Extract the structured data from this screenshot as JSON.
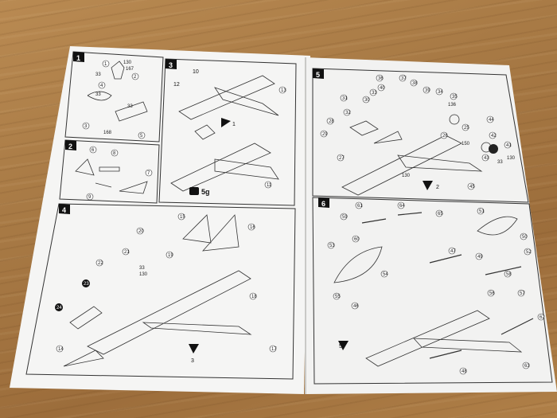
{
  "steps": [
    {
      "id": "1",
      "parts": [
        "1",
        "2",
        "3",
        "4",
        "5",
        "130",
        "167",
        "33",
        "33",
        "33",
        "168"
      ]
    },
    {
      "id": "2",
      "parts": [
        "6",
        "7",
        "8",
        "9"
      ]
    },
    {
      "id": "3",
      "parts": [
        "10",
        "11",
        "12",
        "13",
        "1"
      ],
      "weight": "5g"
    },
    {
      "id": "4",
      "parts": [
        "14",
        "15",
        "16",
        "17",
        "18",
        "19",
        "20",
        "21",
        "22",
        "23",
        "24",
        "3",
        "33",
        "130"
      ]
    },
    {
      "id": "5",
      "parts": [
        "25",
        "26",
        "27",
        "28",
        "29",
        "30",
        "31",
        "32",
        "33",
        "34",
        "35",
        "36",
        "37",
        "38",
        "39",
        "40",
        "41",
        "42",
        "43",
        "44",
        "45",
        "130",
        "150",
        "33",
        "130",
        "136",
        "2"
      ]
    },
    {
      "id": "6",
      "parts": [
        "46",
        "47",
        "48",
        "49",
        "50",
        "51",
        "52",
        "53",
        "54",
        "55",
        "56",
        "57",
        "58",
        "59",
        "60",
        "61",
        "62",
        "63",
        "64",
        "65",
        "5"
      ]
    }
  ],
  "icons": {
    "weight": "weight-icon",
    "arrow": "arrow-marker-icon"
  }
}
